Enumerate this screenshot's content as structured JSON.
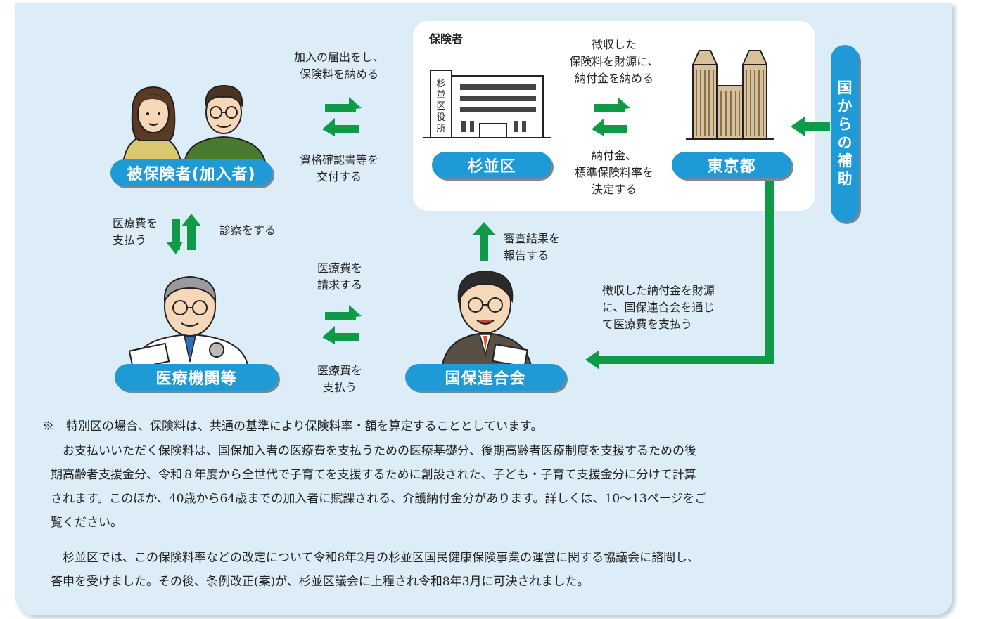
{
  "diagram": {
    "insurer_label": "保険者",
    "nodes": {
      "insured": "被保険者(加入者)",
      "suginami": "杉並区",
      "tokyo": "東京都",
      "medical": "医療機関等",
      "kokuho": "国保連合会",
      "national_subsidy": "国からの補助"
    },
    "building_sign": "杉並区役所",
    "edges": {
      "insured_to_ward_top": "加入の届出をし、\n保険料を納める",
      "ward_to_insured_bottom": "資格確認書等を\n交付する",
      "ward_to_tokyo_top": "徴収した\n保険料を財源に、\n納付金を納める",
      "tokyo_to_ward_bottom": "納付金、\n標準保険料率を\n決定する",
      "insured_pay_medical": "医療費を\n支払う",
      "medical_examine": "診察をする",
      "medical_bill": "医療費を\n請求する",
      "kokuho_pay_medical": "医療費を\n支払う",
      "kokuho_report": "審査結果を\n報告する",
      "tokyo_to_kokuho": "徴収した納付金を財源\nに、国保連合会を通じ\nて医療費を支払う"
    }
  },
  "notes": [
    "※　特別区の場合、保険料は、共通の基準により保険料率・額を算定することとしています。",
    "　お支払いいただく保険料は、国保加入者の医療費を支払うための医療基礎分、後期高齢者医療制度を支援するための後",
    "期高齢者支援金分、令和８年度から全世代で子育てを支援するために創設された、子ども・子育て支援金分に分けて計算",
    "されます。このほか、40歳から64歳までの加入者に賦課される、介護納付金分があります。詳しくは、10〜13ページをご",
    "覧ください。",
    "　杉並区では、この保険料率などの改定について令和8年2月の杉並区国民健康保険事業の運営に関する協議会に諮問し、",
    "答申を受けました。その後、条例改正(案)が、杉並区議会に上程され令和8年3月に可決されました。"
  ],
  "colors": {
    "background": "#dcedf8",
    "pill": "#1e9bd6",
    "arrow": "#0f9a48"
  }
}
